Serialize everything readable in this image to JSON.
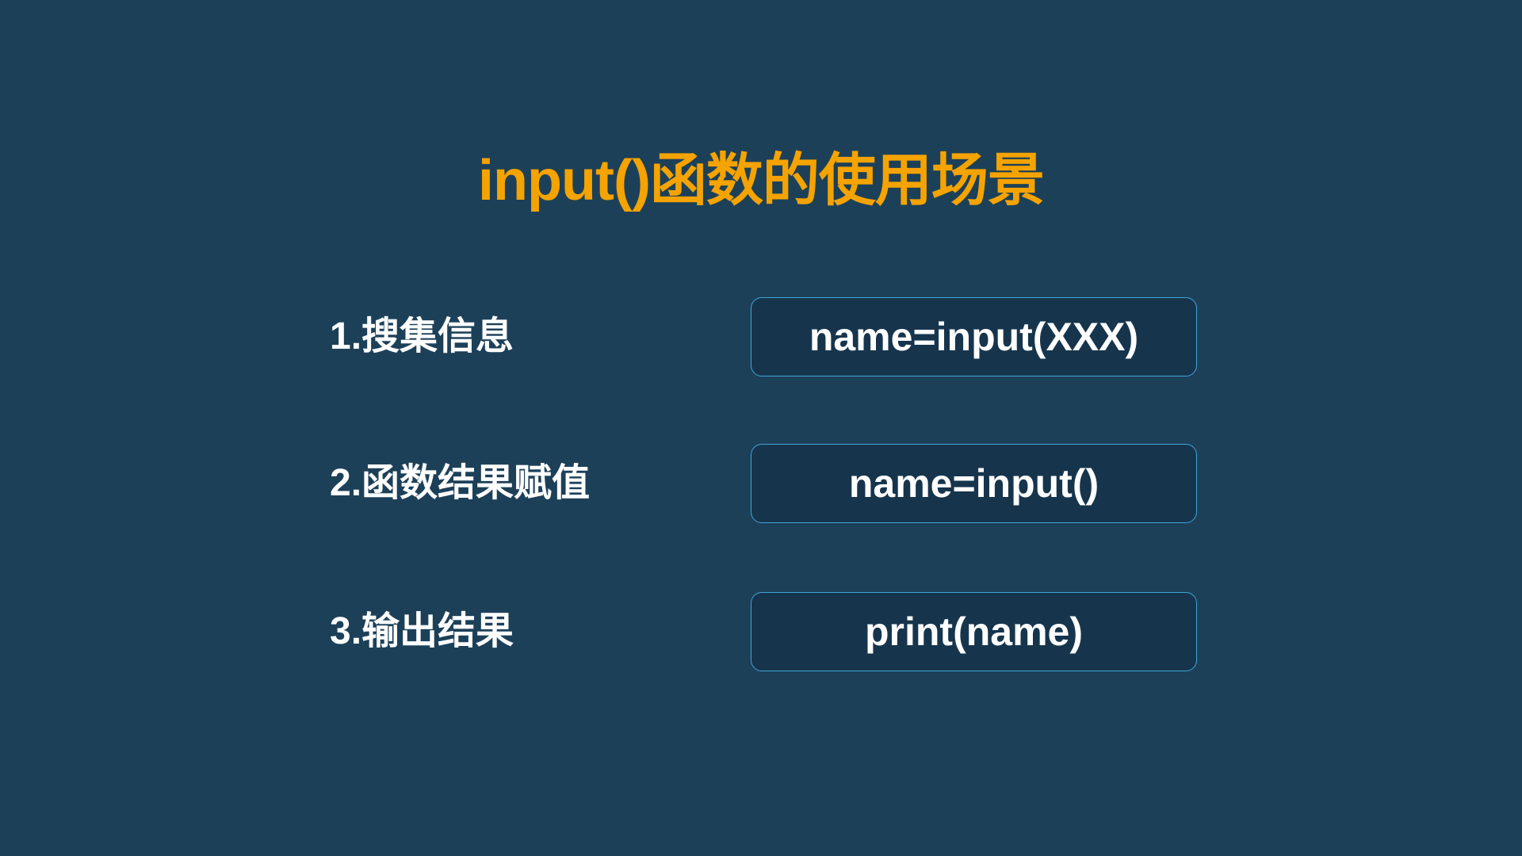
{
  "slide": {
    "title": "input()函数的使用场景",
    "colors": {
      "background": "#1d4059",
      "title": "#f5a300",
      "box_fill": "#16354d",
      "box_border": "#40a4d8",
      "text": "#ffffff"
    },
    "rows": [
      {
        "label": "1.搜集信息",
        "code": "name=input(XXX)"
      },
      {
        "label": "2.函数结果赋值",
        "code": "name=input()"
      },
      {
        "label": "3.输出结果",
        "code": "print(name)"
      }
    ]
  }
}
